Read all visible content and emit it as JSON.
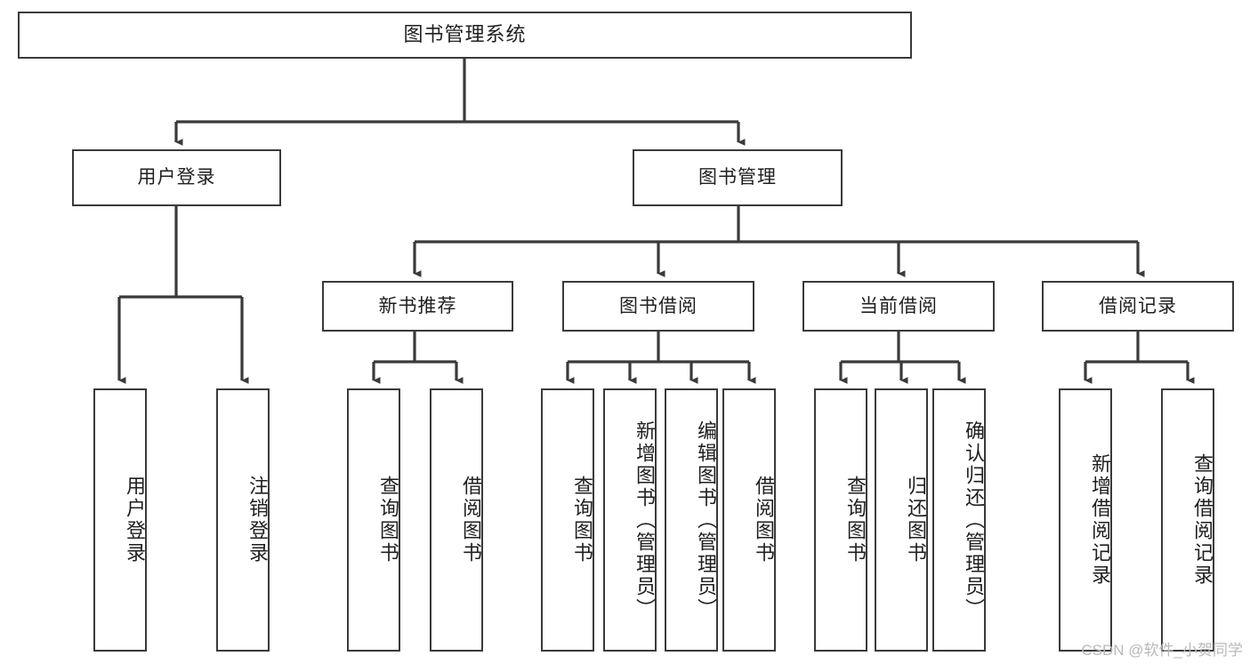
{
  "diagram": {
    "type": "tree-hierarchy-chart",
    "title": "图书管理系统",
    "watermark": "CSDN @软件_小贺同学",
    "colors": {
      "box_border": "#3a3a3a",
      "box_fill": "#ffffff",
      "connector": "#3a3a3a",
      "text": "#1f1f1f",
      "watermark": "#b9b9b9",
      "background": "#ffffff"
    },
    "nodes": {
      "root": {
        "label": "图书管理系统",
        "level": 1
      },
      "level2": [
        {
          "id": "user-login",
          "label": "用户登录"
        },
        {
          "id": "book-manage",
          "label": "图书管理"
        }
      ],
      "level3": [
        {
          "id": "new-book-recommend",
          "label": "新书推荐",
          "parent": "book-manage"
        },
        {
          "id": "book-borrow",
          "label": "图书借阅",
          "parent": "book-manage"
        },
        {
          "id": "current-borrow",
          "label": "当前借阅",
          "parent": "book-manage"
        },
        {
          "id": "borrow-record",
          "label": "借阅记录",
          "parent": "book-manage"
        }
      ],
      "leaves": [
        {
          "id": "leaf-user-login",
          "label": "用户登录",
          "parent": "user-login"
        },
        {
          "id": "leaf-user-logout",
          "label": "注销登录",
          "parent": "user-login"
        },
        {
          "id": "leaf-query-book-1",
          "label": "查询图书",
          "parent": "new-book-recommend"
        },
        {
          "id": "leaf-borrow-book-1",
          "label": "借阅图书",
          "parent": "new-book-recommend"
        },
        {
          "id": "leaf-query-book-2",
          "label": "查询图书",
          "parent": "book-borrow"
        },
        {
          "id": "leaf-add-book",
          "label": "新增图书（管理员）",
          "parent": "book-borrow"
        },
        {
          "id": "leaf-edit-book",
          "label": "编辑图书（管理员）",
          "parent": "book-borrow"
        },
        {
          "id": "leaf-borrow-book-2",
          "label": "借阅图书",
          "parent": "book-borrow"
        },
        {
          "id": "leaf-query-book-3",
          "label": "查询图书",
          "parent": "current-borrow"
        },
        {
          "id": "leaf-return-book",
          "label": "归还图书",
          "parent": "current-borrow"
        },
        {
          "id": "leaf-confirm-return",
          "label": "确认归还（管理员）",
          "parent": "current-borrow"
        },
        {
          "id": "leaf-add-record",
          "label": "新增借阅记录",
          "parent": "borrow-record"
        },
        {
          "id": "leaf-query-record",
          "label": "查询借阅记录",
          "parent": "borrow-record"
        }
      ]
    }
  }
}
